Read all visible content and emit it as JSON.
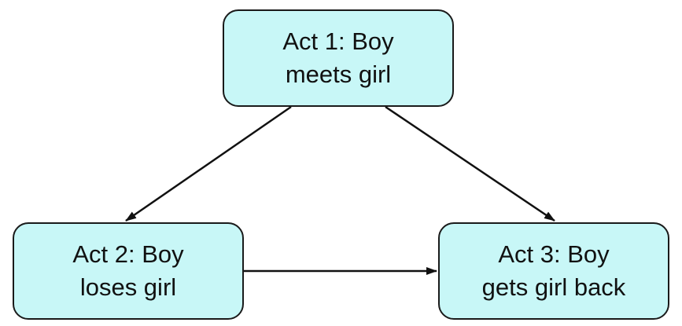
{
  "nodes": {
    "act1": {
      "line1": "Act 1: Boy",
      "line2": "meets girl"
    },
    "act2": {
      "line1": "Act 2: Boy",
      "line2": "loses girl"
    },
    "act3": {
      "line1": "Act 3: Boy",
      "line2": "gets girl back"
    }
  },
  "edges": [
    {
      "from": "act1",
      "to": "act2"
    },
    {
      "from": "act1",
      "to": "act3"
    },
    {
      "from": "act2",
      "to": "act3"
    }
  ],
  "colors": {
    "node_fill": "#c8f7f7",
    "node_border": "#1a1a1a",
    "edge": "#111111"
  }
}
